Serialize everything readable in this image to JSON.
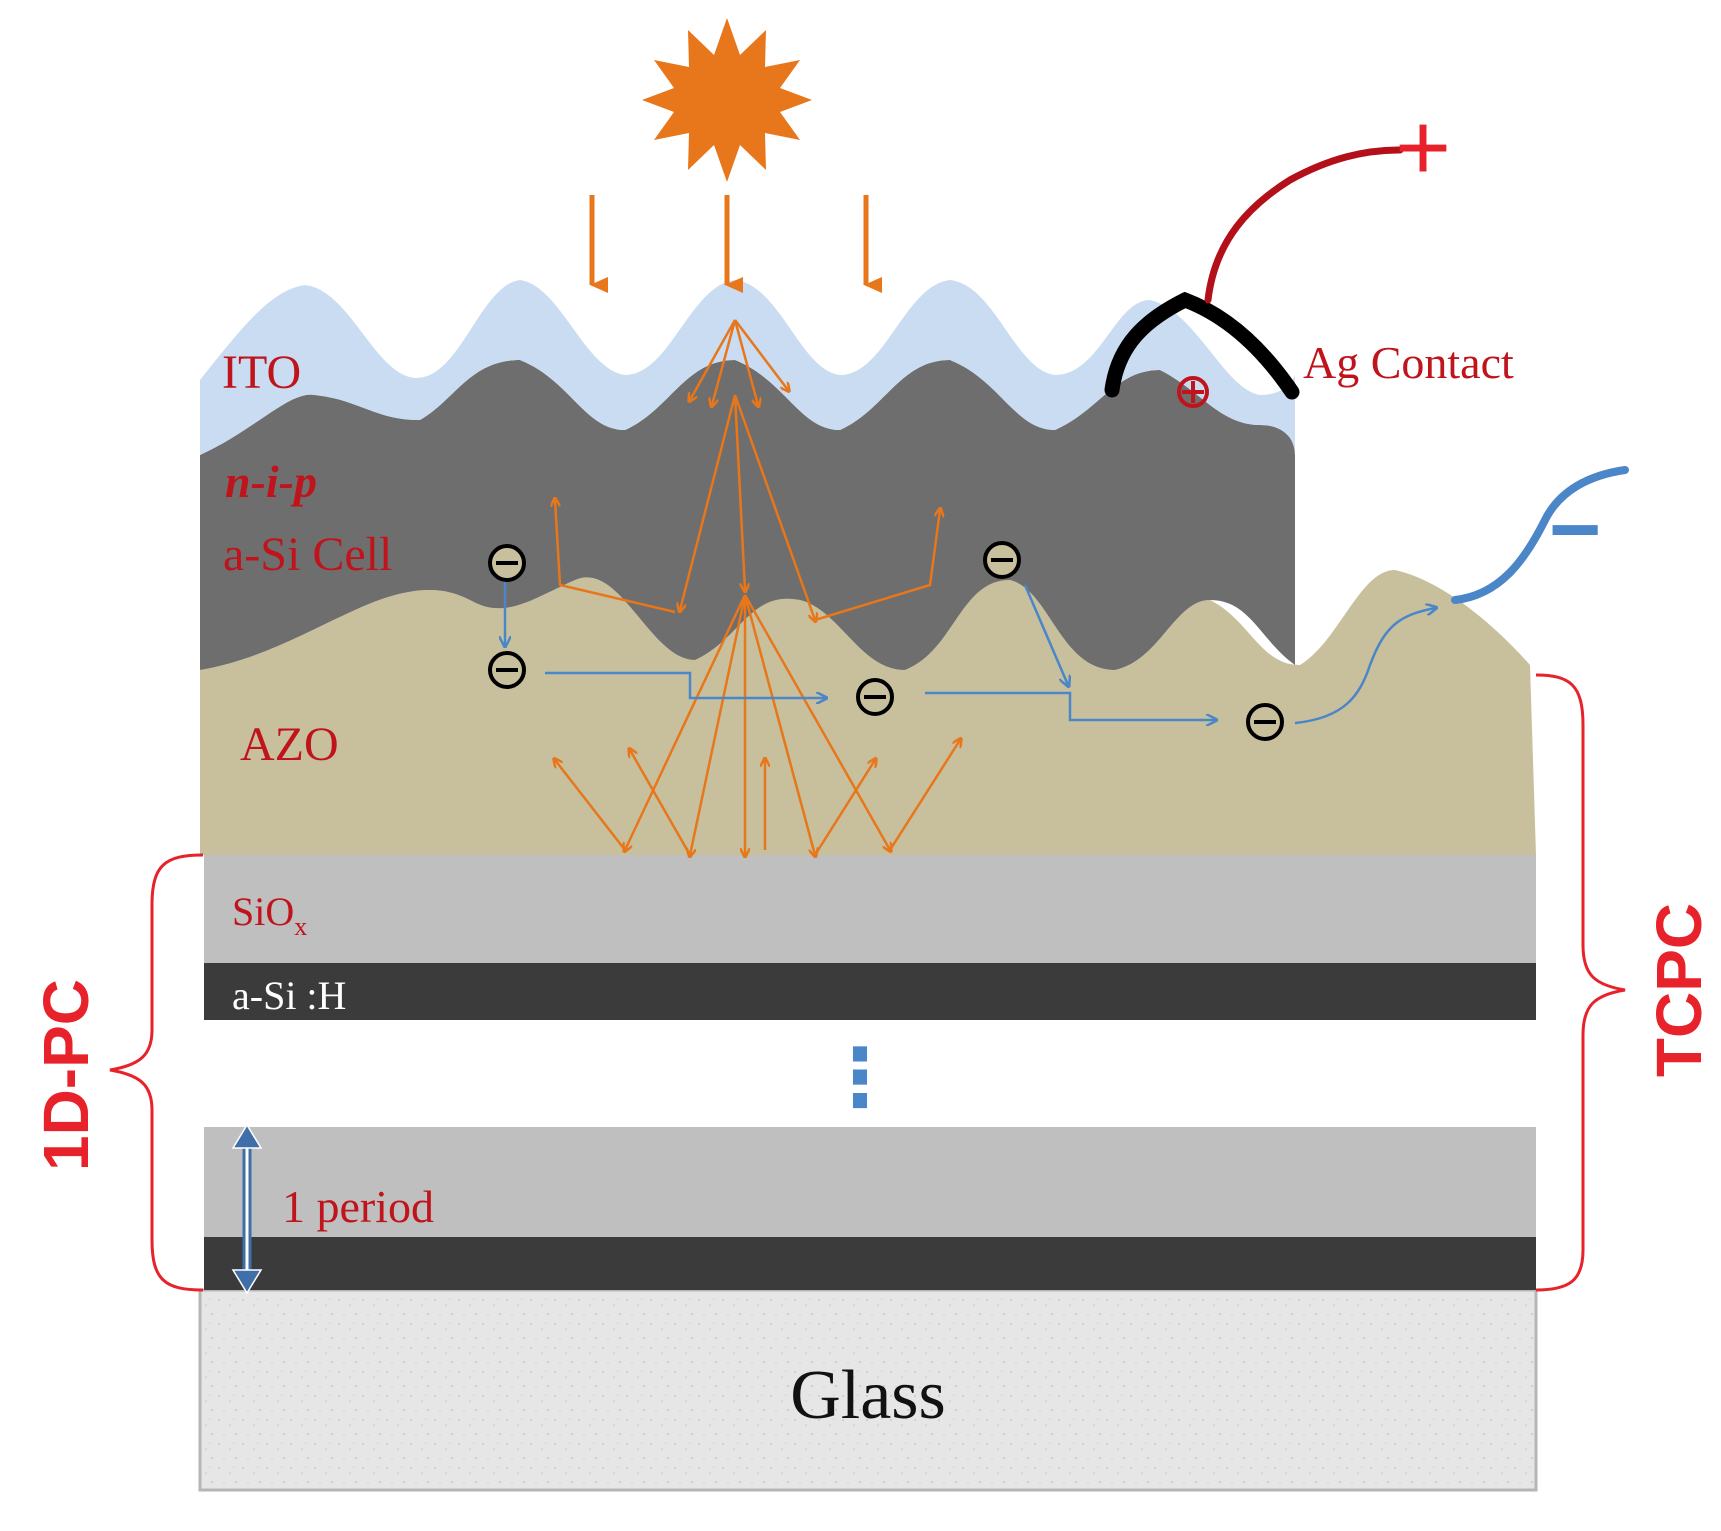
{
  "labels": {
    "ito": "ITO",
    "nip": "n-i-p",
    "asi_cell": "a-Si Cell",
    "azo": "AZO",
    "siox_main": "SiO",
    "siox_sub": "x",
    "asih": "a-Si :H",
    "period": "1 period",
    "glass": "Glass",
    "ag_contact": "Ag Contact",
    "plus": "+",
    "minus": "−",
    "dots": "⋮",
    "pc_1d": "1D-PC",
    "tcpc": "TCPC"
  },
  "colors": {
    "ito": "#c9dcf1",
    "cell": "#6e6e6e",
    "azo": "#c8c09c",
    "siox": "#bfbfbf",
    "asih": "#3b3b3b",
    "glass": "#e6e6e6",
    "label_red": "#c0141c",
    "bracket_red": "#e8222a",
    "orange": "#e8761a",
    "blue": "#4a86c8",
    "wire_red": "#b3101a"
  },
  "icons": {
    "sun": "sun-icon",
    "electron": "electron-icon",
    "hole": "hole-icon"
  }
}
